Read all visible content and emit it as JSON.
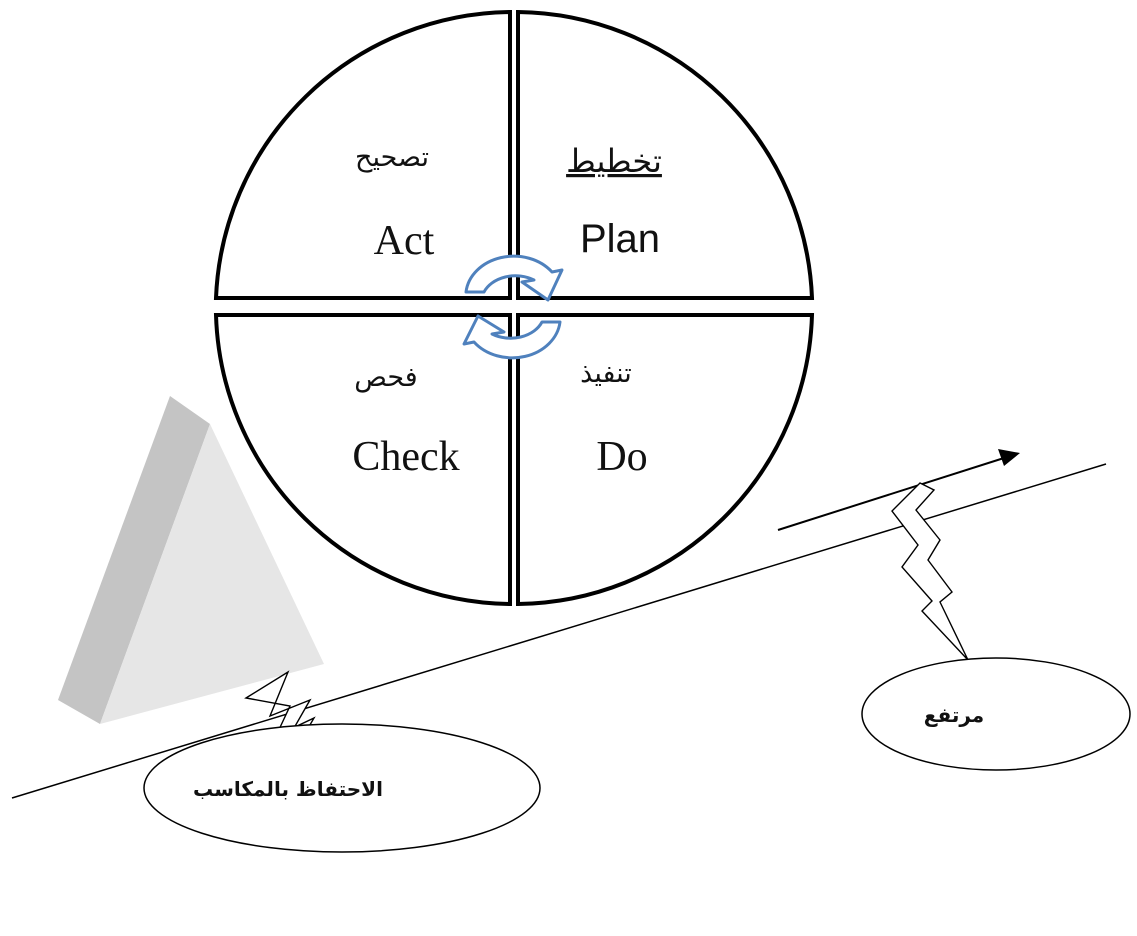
{
  "quadrants": {
    "plan": {
      "arabic": "تخطيط",
      "english": "Plan"
    },
    "act": {
      "arabic": "تصحيح",
      "english": "Act"
    },
    "check": {
      "arabic": "فحص",
      "english": "Check"
    },
    "do": {
      "arabic": "تنفيذ",
      "english": "Do"
    }
  },
  "ovals": {
    "rise": "مرتفع",
    "maintain": "الاحتفاظ بالمكاسب"
  },
  "colors": {
    "cycle_arrow": "#4f81bd",
    "wedge_front": "#e6e6e6",
    "wedge_side": "#c8c8c8",
    "outline": "#000000"
  },
  "icons": {
    "cycle": "circular-arrows-icon",
    "wedge": "triangular-wedge",
    "bolt": "lightning-bolt"
  }
}
